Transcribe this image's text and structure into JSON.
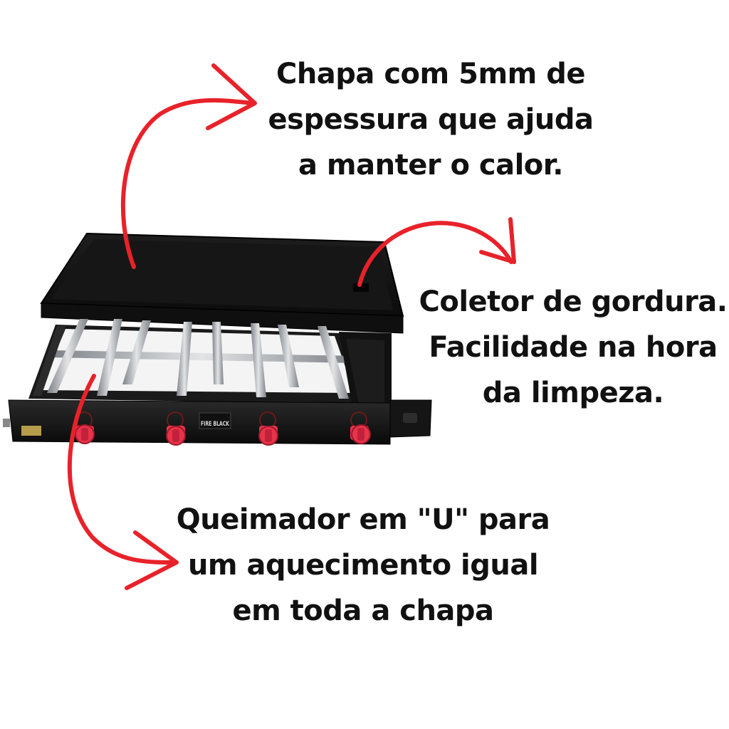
{
  "captions": {
    "plate": {
      "lines": [
        "Chapa com 5mm de",
        "espessura que ajuda",
        "a manter o calor."
      ]
    },
    "grease_collector": {
      "lines": [
        "Coletor de gordura.",
        "Facilidade na hora",
        "da limpeza."
      ]
    },
    "burner": {
      "lines": [
        "Queimador em \"U\" para",
        "um aquecimento igual",
        "em toda a chapa"
      ]
    }
  },
  "product": {
    "brand_badge": "FIRE BLACK",
    "knob_count": 4
  },
  "colors": {
    "text": "#111111",
    "arrow": "#e8222a",
    "knob": "#e8334a",
    "metal_black": "#141414",
    "steel": "#b9bcc0"
  },
  "icons": [
    "curved-arrow-icon",
    "control-knob-icon"
  ]
}
